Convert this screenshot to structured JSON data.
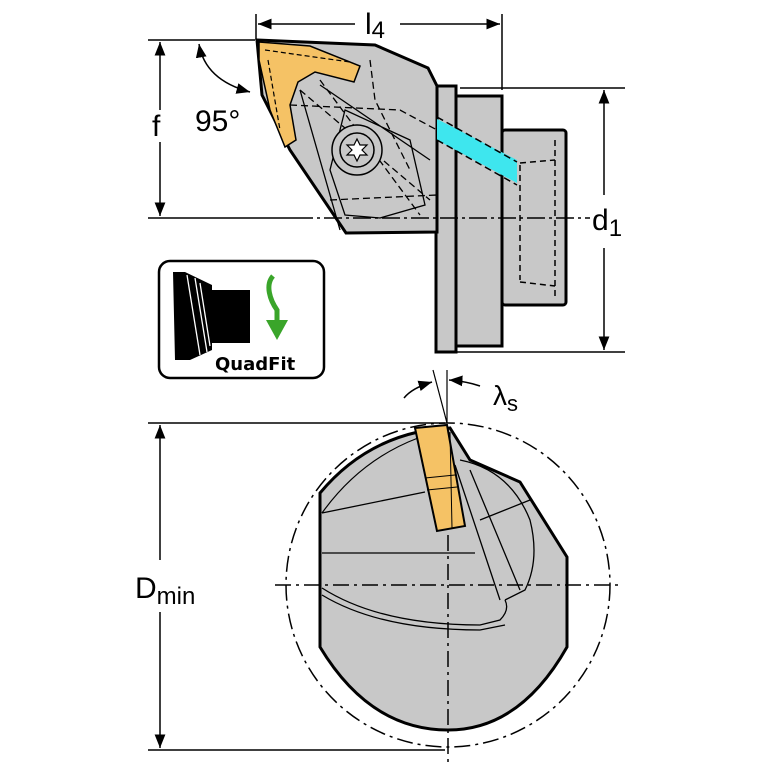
{
  "labels": {
    "l4": "l",
    "l4_sub": "4",
    "f": "f",
    "angle": "95°",
    "d1": "d",
    "d1_sub": "1",
    "lambda": "λ",
    "lambda_sub": "s",
    "dmin": "D",
    "dmin_sub": "min"
  },
  "badge": {
    "text": "QuadFit",
    "icon": "rotate-down-arrow-icon"
  },
  "colors": {
    "body": "#c8c8c8",
    "insert": "#f5c265",
    "coolant": "#3ee6ee",
    "arrow": "#3aa52a"
  }
}
